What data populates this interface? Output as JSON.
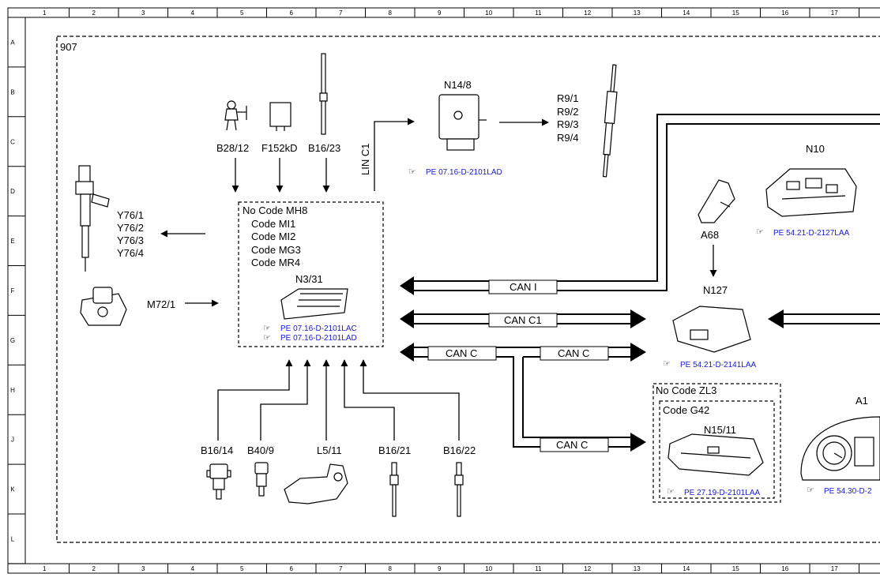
{
  "diagram": {
    "frame_label": "907",
    "grid_columns": [
      "1",
      "2",
      "3",
      "4",
      "5",
      "6",
      "7",
      "8",
      "9",
      "10",
      "11",
      "12",
      "13",
      "14",
      "15",
      "16",
      "17"
    ],
    "grid_rows": [
      "A",
      "B",
      "C",
      "D",
      "E",
      "F",
      "G",
      "H",
      "J",
      "K",
      "L"
    ],
    "components": {
      "b28_12": "B28/12",
      "f152kd": "F152kD",
      "b16_23": "B16/23",
      "y76": [
        "Y76/1",
        "Y76/2",
        "Y76/3",
        "Y76/4"
      ],
      "m72_1": "M72/1",
      "n14_8": "N14/8",
      "n14_8_ref": "PE 07.16-D-2101LAD",
      "r9": [
        "R9/1",
        "R9/2",
        "R9/3",
        "R9/4"
      ],
      "lin_c1": "LIN C1",
      "n10": "N10",
      "n10_ref": "PE 54.21-D-2127LAA",
      "a68": "A68",
      "n127": "N127",
      "n127_ref": "PE 54.21-D-2141LAA",
      "a1": "A1",
      "a1_ref": "PE 54.30-D-2",
      "b16_14": "B16/14",
      "b40_9": "B40/9",
      "l5_11": "L5/11",
      "b16_21": "B16/21",
      "b16_22": "B16/22"
    },
    "ecu_box": {
      "lines": [
        "No Code MH8",
        "Code MI1",
        "Code MI2",
        "Code MG3",
        "Code MR4"
      ],
      "name": "N3/31",
      "refs": [
        "PE 07.16-D-2101LAC",
        "PE 07.16-D-2101LAD"
      ]
    },
    "zl3_box": {
      "title": "No Code ZL3",
      "inner_title": "Code G42",
      "name": "N15/11",
      "ref": "PE 27.19-D-2101LAA"
    },
    "buses": {
      "can_i": "CAN I",
      "can_c1": "CAN C1",
      "can_c_a": "CAN C",
      "can_c_b": "CAN C",
      "can_c_c": "CAN C"
    }
  }
}
